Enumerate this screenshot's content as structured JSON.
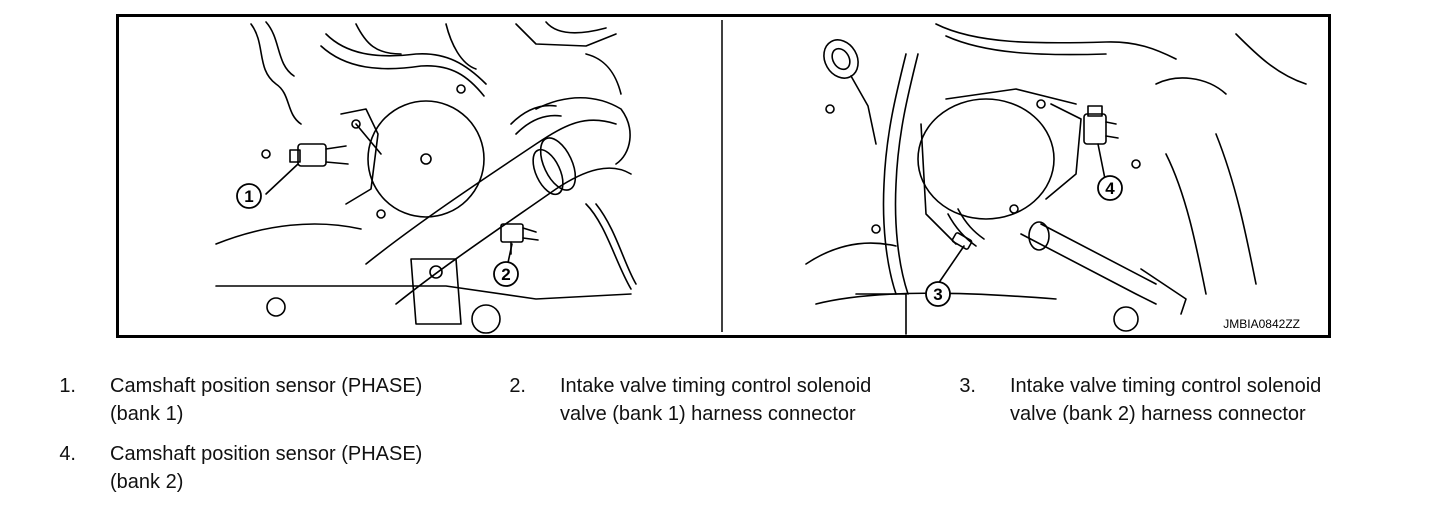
{
  "figure": {
    "code": "JMBIA0842ZZ",
    "callouts": [
      "1",
      "2",
      "3",
      "4"
    ]
  },
  "legend": [
    {
      "num": "1.",
      "text": "Camshaft position sensor (PHASE)\n(bank 1)"
    },
    {
      "num": "2.",
      "text": "Intake valve timing control solenoid\nvalve (bank 1) harness connector"
    },
    {
      "num": "3.",
      "text": "Intake valve timing control solenoid\nvalve (bank 2) harness connector"
    },
    {
      "num": "4.",
      "text": "Camshaft position sensor (PHASE)\n(bank 2)"
    }
  ]
}
